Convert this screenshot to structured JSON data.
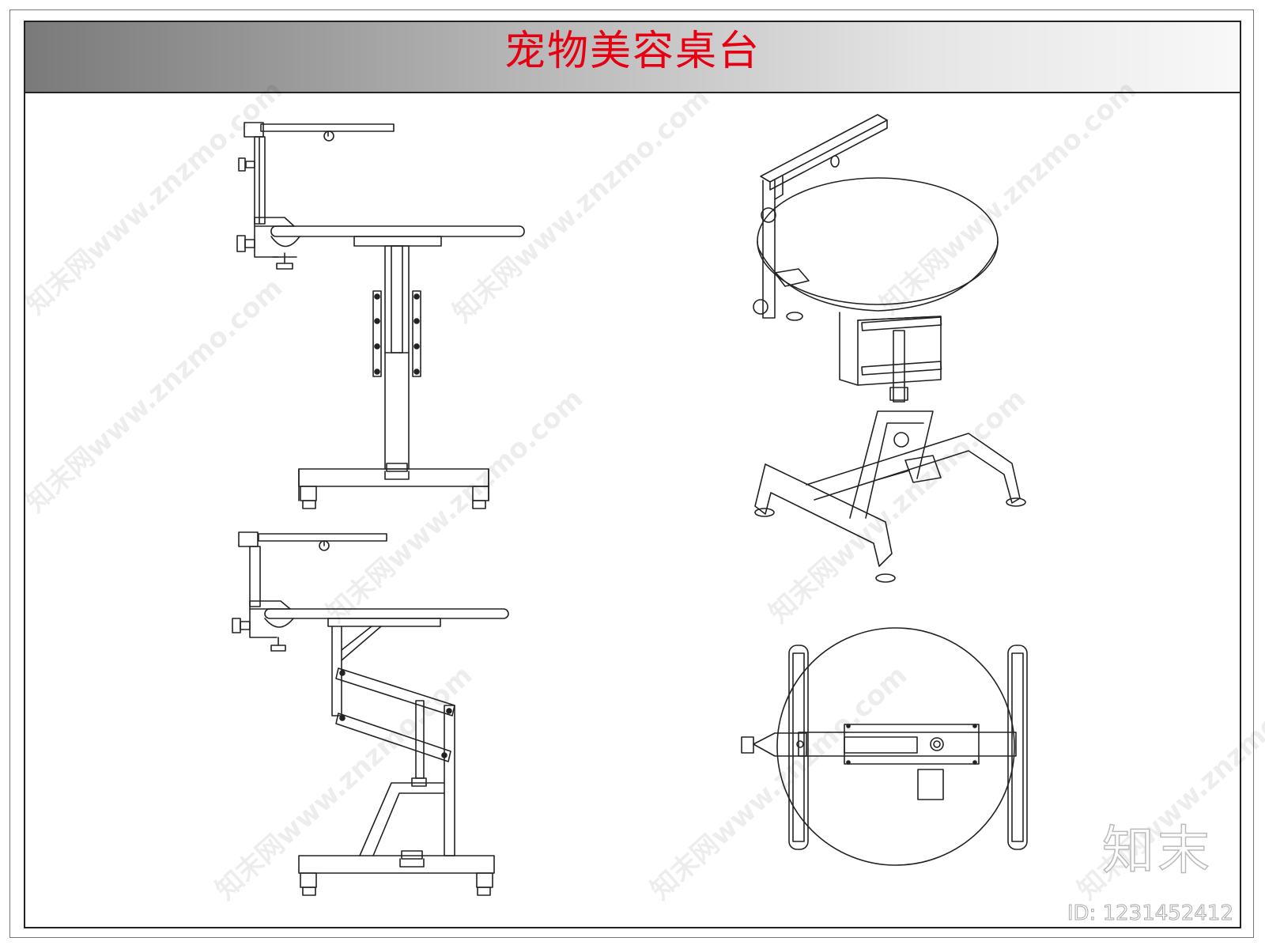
{
  "title": "宠物美容桌台",
  "logo": "知末",
  "image_id": "ID: 1231452412",
  "watermark": "知末网www.znzmo.com",
  "colors": {
    "title": "#e60012",
    "line": "#222222",
    "title_bar_gradient": [
      "#7a7a7a",
      "#f8f8f8"
    ]
  },
  "views": [
    "side-view-upper",
    "side-view-lower",
    "isometric-view",
    "top-view"
  ]
}
